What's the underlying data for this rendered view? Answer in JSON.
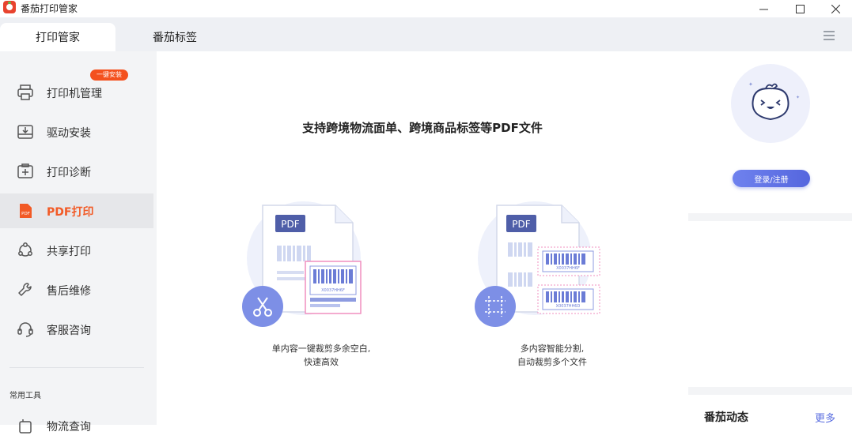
{
  "app": {
    "title": "番茄打印管家"
  },
  "window": {
    "minimize": "—",
    "maximize": "☐",
    "close": "✕"
  },
  "tabs": [
    {
      "label": "打印管家",
      "active": true
    },
    {
      "label": "番茄标签",
      "active": false
    }
  ],
  "sidebar": {
    "items": [
      {
        "label": "打印机管理",
        "icon": "printer-icon"
      },
      {
        "label": "驱动安装",
        "icon": "driver-install-icon"
      },
      {
        "label": "打印诊断",
        "icon": "diagnose-icon"
      },
      {
        "label": "PDF打印",
        "icon": "pdf-icon",
        "active": true
      },
      {
        "label": "共享打印",
        "icon": "share-icon"
      },
      {
        "label": "售后维修",
        "icon": "wrench-icon"
      },
      {
        "label": "客服咨询",
        "icon": "headset-icon"
      },
      {
        "label": "物流查询",
        "icon": "logistics-icon"
      }
    ],
    "badge": "一键安装",
    "section_title": "常用工具"
  },
  "main": {
    "headline": "支持跨境物流面单、跨境商品标签等PDF文件",
    "features": [
      {
        "pdf_label": "PDF",
        "caption_line1": "单内容一键裁剪多余空白,",
        "caption_line2": "快速高效",
        "barcode_text": "X0037HH6F"
      },
      {
        "pdf_label": "PDF",
        "caption_line1": "多内容智能分割,",
        "caption_line2": "自动裁剪多个文件",
        "barcode_text": "X0037HH6F",
        "barcode_text_2": "X0037HH6D"
      }
    ]
  },
  "right": {
    "login": "登录/注册",
    "news_title": "番茄动态",
    "news_more": "更多"
  },
  "colors": {
    "accent": "#f25a26",
    "brand_blue": "#5a6ee0",
    "sidebar_bg": "#f3f4f6"
  }
}
